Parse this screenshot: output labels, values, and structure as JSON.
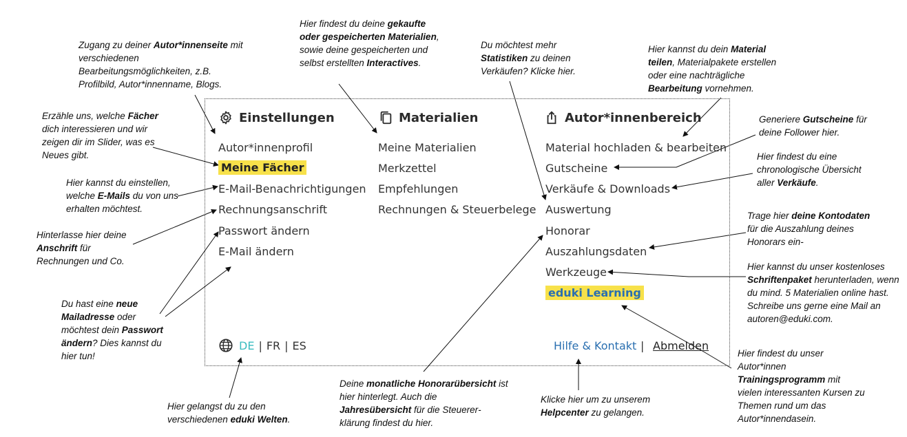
{
  "menu": {
    "settings": {
      "title": "Einstellungen",
      "icon": "gear-icon",
      "items": [
        "Autor*innenprofil",
        "Meine Fächer",
        "E-Mail-Benachrichtigungen",
        "Rechnungsanschrift",
        "Passwort ändern",
        "E-Mail ändern"
      ]
    },
    "materials": {
      "title": "Materialien",
      "icon": "copy-icon",
      "items": [
        "Meine Materialien",
        "Merkzettel",
        "Empfehlungen",
        "Rechnungen & Steuerbelege"
      ]
    },
    "author": {
      "title": "Autor*innenbereich",
      "icon": "share-icon",
      "items": [
        "Material hochladen & bearbeiten",
        "Gutscheine",
        "Verkäufe & Downloads",
        "Auswertung",
        "Honorar",
        "Auszahlungsdaten",
        "Werkzeuge",
        "eduki Learning"
      ]
    },
    "languages": {
      "icon": "globe-icon",
      "items": [
        "DE",
        "FR",
        "ES"
      ],
      "active": "DE"
    },
    "help_label": "Hilfe & Kontakt",
    "separator": "|",
    "logout_label": "Abmelden"
  },
  "colors": {
    "highlight": "#f7e14a",
    "active_lang": "#3bbcc0",
    "help_link": "#2a6fb0"
  },
  "notes": {
    "n1": [
      "Zugang zu deiner ",
      "Autor*innenseite",
      " mit verschiedenen Bearbeitungsmöglichkeiten, z.B. Profilbild, Autor*innenname, Blogs."
    ],
    "n2": [
      "Hier findest du deine ",
      "gekaufte oder gespeicherten Materialien",
      ", sowie deine gespeicherten und selbst erstellten ",
      "Interactives",
      "."
    ],
    "n3": [
      "Du möchtest mehr ",
      "Statistiken",
      " zu deinen Verkäufen? Klicke hier."
    ],
    "n4": [
      "Hier kannst du dein ",
      "Material teilen",
      ", Materialpakete erstellen oder eine nachträgliche ",
      "Bearbeitung",
      " vornehmen."
    ],
    "n5": [
      "Erzähle uns, welche ",
      "Fächer",
      " dich interessieren und wir zeigen dir im Slider, was es Neues gibt."
    ],
    "n6": [
      "Generiere ",
      "Gutscheine",
      " für deine Follower hier."
    ],
    "n7": [
      "Hier findest du eine chronologische Übersicht aller ",
      "Verkäufe",
      "."
    ],
    "n8": [
      "Hier kannst du einstellen, welche ",
      "E-Mails",
      " du von uns erhalten möchtest."
    ],
    "n9": [
      "Hinterlasse hier deine ",
      "Anschrift",
      " für Rechnungen und Co."
    ],
    "n10": [
      "Trage hier ",
      "deine Kontodaten",
      " für die Auszahlung deines Honorars ein-"
    ],
    "n11": [
      "Hier kannst du unser kostenloses ",
      "Schriftenpaket",
      " herunterladen, wenn du mind. 5 Materialien online hast. Schreibe uns gerne eine Mail an autoren@eduki.com."
    ],
    "n12": [
      "Du hast eine ",
      "neue Mailadresse",
      " oder möchtest dein ",
      "Passwort ändern",
      "? Dies kannst du hier tun!"
    ],
    "n13": [
      "Hier findest du unser Autor*innen ",
      "Trainingsprogramm",
      " mit vielen interessanten Kursen zu Themen rund um das Autor*innendasein."
    ],
    "n14": [
      "Hier gelangst du zu den verschiedenen ",
      "eduki Welten",
      "."
    ],
    "n15": [
      "Deine ",
      "monatliche Honorarübersicht",
      " ist hier hinterlegt. Auch die ",
      "Jahresübersicht",
      " für die Steuerer­klärung findest du hier."
    ],
    "n16": [
      "Klicke hier um zu unserem ",
      "Helpcenter",
      " zu gelangen."
    ]
  }
}
